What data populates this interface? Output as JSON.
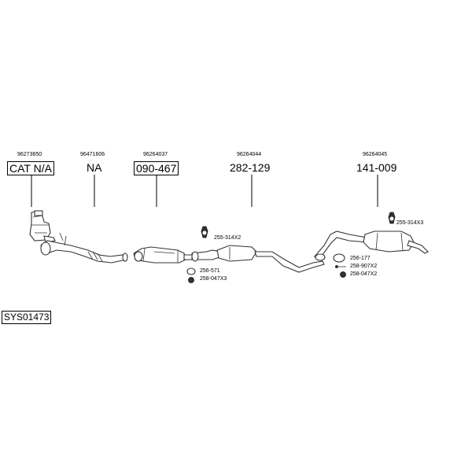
{
  "groups": [
    {
      "oem": "96273650",
      "code": "CAT N/A"
    },
    {
      "oem": "96471606",
      "code": "NA"
    },
    {
      "oem": "96264037",
      "code": "090-467"
    },
    {
      "oem": "96264044",
      "code": "282-129"
    },
    {
      "oem": "96264045",
      "code": "141-009"
    }
  ],
  "fittings": {
    "f1": "255-314X2",
    "f2": "256-571",
    "f3": "258-047X3",
    "f4": "255-314X3",
    "f5": "256-177",
    "f6": "258-907X2",
    "f7": "258-047X2"
  },
  "system_id": "SYS01473"
}
